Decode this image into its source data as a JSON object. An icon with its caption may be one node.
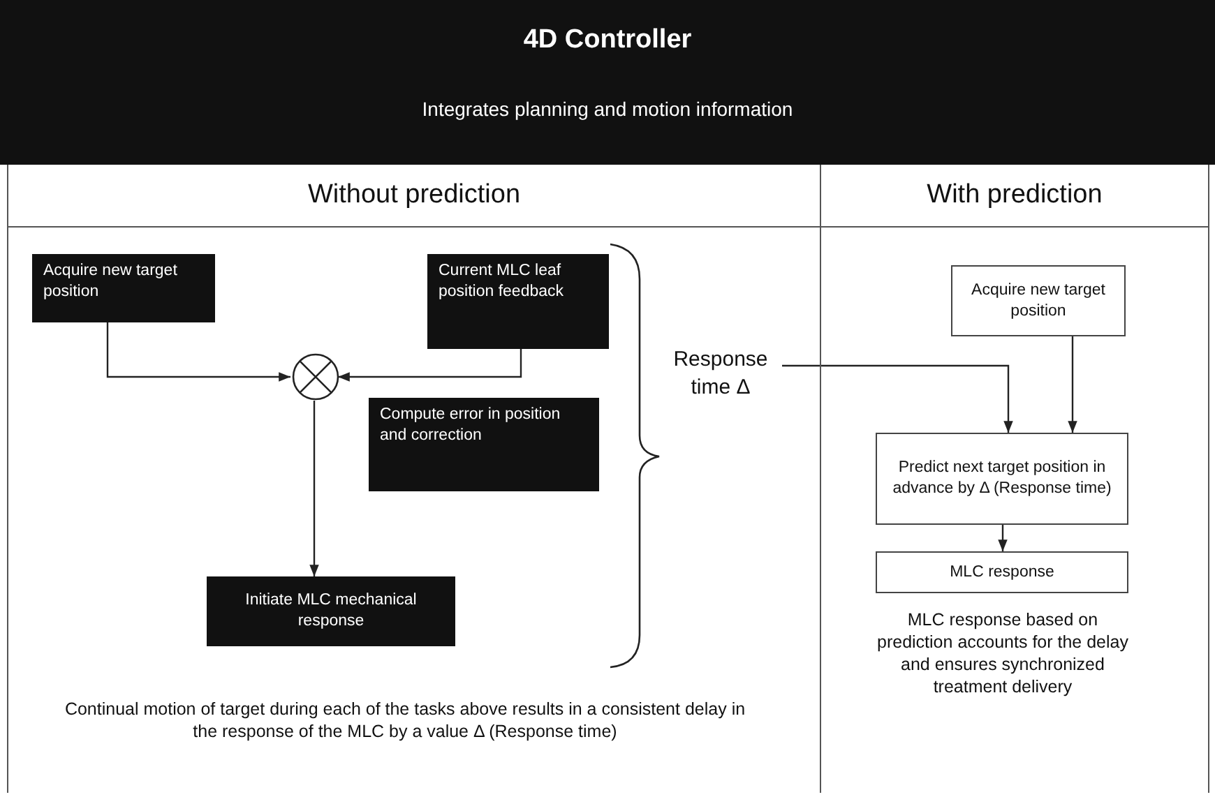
{
  "diagram": {
    "nodes": [
      {
        "text": [
          "4D Controller",
          "Integrates planning and motion information"
        ]
      },
      {
        "text": [
          "Without prediction"
        ]
      },
      {
        "text": [
          "With prediction"
        ]
      },
      {
        "text": [
          "Acquire new target position"
        ],
        "in": 1
      },
      {
        "text": [
          "Current MLC leaf position feedback"
        ],
        "in": 1
      },
      {
        "text": [],
        "shape": "circle",
        "in": 1
      },
      {
        "text": [
          "Compute error in position and correction"
        ],
        "in": 1
      },
      {
        "text": [
          "Initiate MLC mechanical response"
        ],
        "in": 1
      },
      {
        "text": [
          "Response time Δ"
        ],
        "in": 1
      },
      {
        "text": [
          "Acquire new target position"
        ],
        "in": 2
      },
      {
        "text": [
          "Predict next target position in advance by Δ (Response time)"
        ],
        "in": 2
      },
      {
        "text": [
          "MLC response"
        ],
        "in": 2
      }
    ],
    "edges": [
      {
        "from": 3,
        "to": 5,
        "arrow": "to"
      },
      {
        "from": 4,
        "to": 5,
        "arrow": "to"
      },
      {
        "from": 5,
        "to": 7,
        "arrow": "to"
      },
      {
        "from": 8,
        "to": 10,
        "arrow": "to"
      },
      {
        "from": 9,
        "to": 10,
        "arrow": "to"
      },
      {
        "from": 10,
        "to": 11,
        "arrow": "to"
      }
    ],
    "labels": [
      "Continual motion of target during each of the tasks above results in a consistent delay in the response of the MLC by a value Δ (Response time)",
      "MLC response based on prediction accounts for the delay and ensures synchronized treatment delivery"
    ]
  }
}
